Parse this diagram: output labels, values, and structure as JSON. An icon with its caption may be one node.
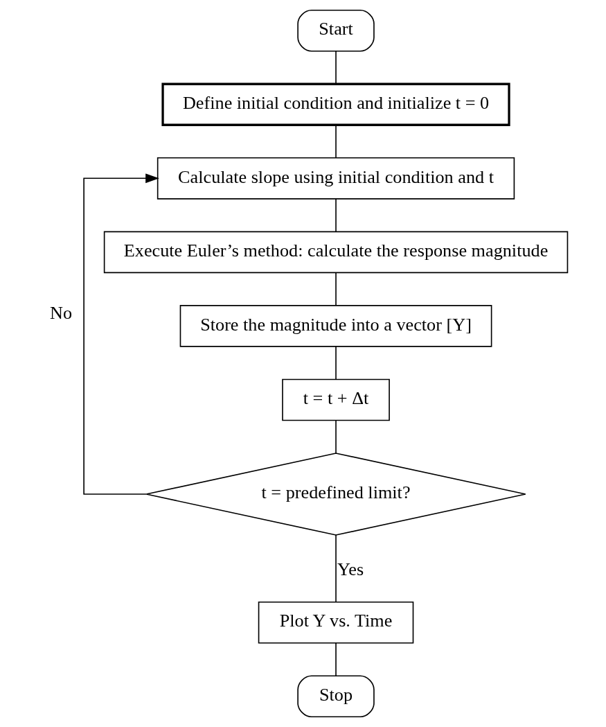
{
  "diagram": {
    "nodes": [
      {
        "text": [
          "Start"
        ]
      },
      {
        "text": [
          "Define initial condition and initialize t = 0"
        ]
      },
      {
        "text": [
          "Calculate slope using initial condition and t"
        ]
      },
      {
        "text": [
          "Execute Euler’s method: calculate the response magnitude"
        ]
      },
      {
        "text": [
          "Store the magnitude into a vector [Y]"
        ]
      },
      {
        "text": [
          "t = t + Δt"
        ]
      },
      {
        "text": [
          "t = predefined limit?"
        ]
      },
      {
        "text": [
          "Plot Y vs. Time"
        ]
      },
      {
        "text": [
          "Stop"
        ]
      }
    ],
    "edges": [
      {
        "from": 0,
        "to": 1,
        "arrow": "none"
      },
      {
        "from": 1,
        "to": 2,
        "arrow": "none"
      },
      {
        "from": 2,
        "to": 3,
        "arrow": "none"
      },
      {
        "from": 3,
        "to": 4,
        "arrow": "none"
      },
      {
        "from": 4,
        "to": 5,
        "arrow": "none"
      },
      {
        "from": 5,
        "to": 6,
        "arrow": "none"
      },
      {
        "from": 6,
        "to": 2,
        "arrow": "to",
        "label": "No"
      },
      {
        "from": 6,
        "to": 7,
        "arrow": "none",
        "label": "Yes"
      },
      {
        "from": 7,
        "to": 8,
        "arrow": "none"
      }
    ]
  }
}
